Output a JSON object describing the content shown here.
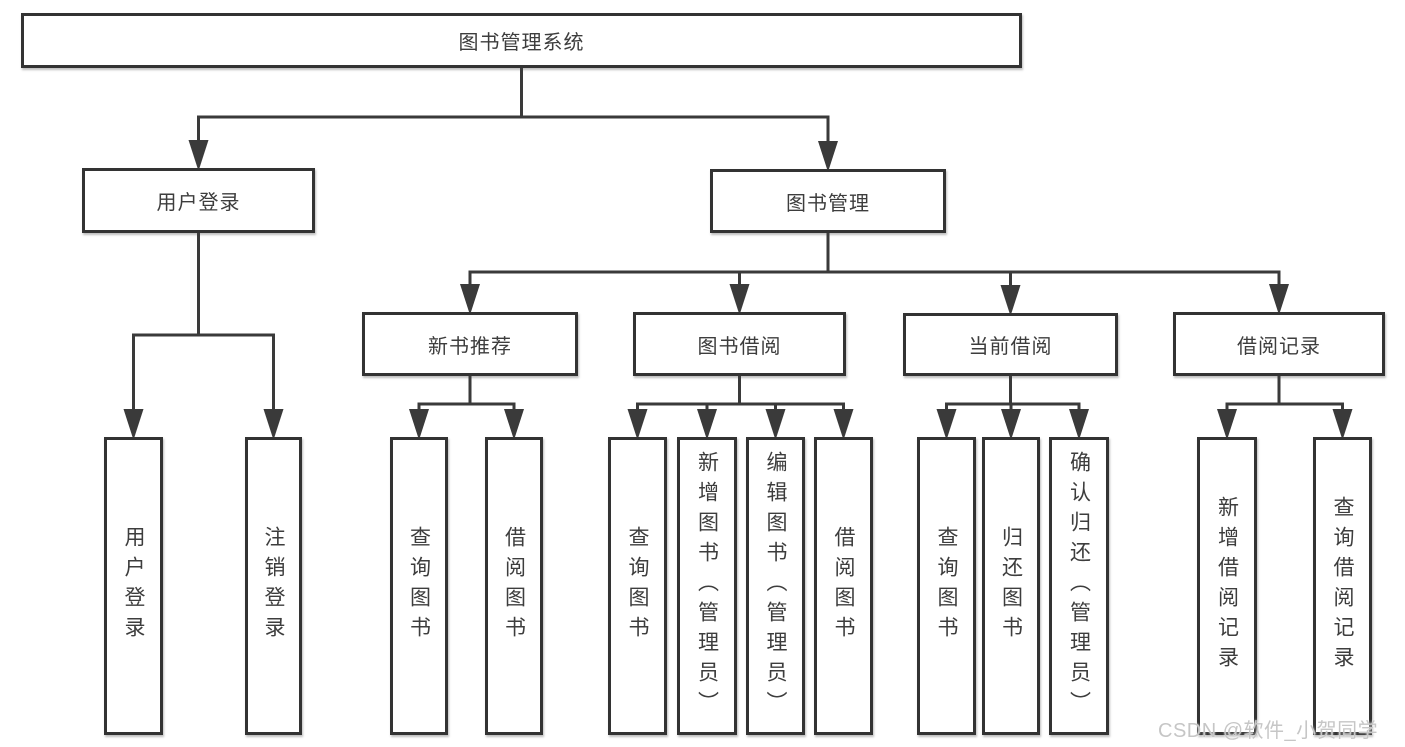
{
  "page": {
    "background": "#ffffff",
    "watermark": {
      "text": "CSDN @软件_小贺同学",
      "color": "#c6c6c6"
    }
  },
  "diagram": {
    "title": "图书管理系统",
    "line_color": "#3a3a3a",
    "box_border_color": "#333333",
    "text_color": "#3d3d3d",
    "nodes": [
      {
        "id": "root",
        "label": "图书管理系统",
        "level": 1,
        "parent": null
      },
      {
        "id": "user-login-group",
        "label": "用户登录",
        "level": 2,
        "parent": "root"
      },
      {
        "id": "book-mgmt",
        "label": "图书管理",
        "level": 2,
        "parent": "root"
      },
      {
        "id": "new-book-rec",
        "label": "新书推荐",
        "level": 3,
        "parent": "book-mgmt"
      },
      {
        "id": "book-borrow",
        "label": "图书借阅",
        "level": 3,
        "parent": "book-mgmt"
      },
      {
        "id": "current-borrow",
        "label": "当前借阅",
        "level": 3,
        "parent": "book-mgmt"
      },
      {
        "id": "borrow-records",
        "label": "借阅记录",
        "level": 3,
        "parent": "book-mgmt"
      },
      {
        "id": "user-login",
        "label": "用户登录",
        "level": 4,
        "parent": "user-login-group"
      },
      {
        "id": "logout-login",
        "label": "注销登录",
        "level": 4,
        "parent": "user-login-group"
      },
      {
        "id": "query-books-rec",
        "label": "查询图书",
        "level": 4,
        "parent": "new-book-rec"
      },
      {
        "id": "borrow-books-rec",
        "label": "借阅图书",
        "level": 4,
        "parent": "new-book-rec"
      },
      {
        "id": "query-books-borrow",
        "label": "查询图书",
        "level": 4,
        "parent": "book-borrow"
      },
      {
        "id": "add-book-admin",
        "label": "新增图书（管理员）",
        "level": 4,
        "parent": "book-borrow"
      },
      {
        "id": "edit-book-admin",
        "label": "编辑图书（管理员）",
        "level": 4,
        "parent": "book-borrow"
      },
      {
        "id": "borrow-books-borrow",
        "label": "借阅图书",
        "level": 4,
        "parent": "book-borrow"
      },
      {
        "id": "query-books-current",
        "label": "查询图书",
        "level": 4,
        "parent": "current-borrow"
      },
      {
        "id": "return-books",
        "label": "归还图书",
        "level": 4,
        "parent": "current-borrow"
      },
      {
        "id": "confirm-return-admin",
        "label": "确认归还（管理员）",
        "level": 4,
        "parent": "current-borrow"
      },
      {
        "id": "add-borrow-record",
        "label": "新增借阅记录",
        "level": 4,
        "parent": "borrow-records"
      },
      {
        "id": "query-borrow-record",
        "label": "查询借阅记录",
        "level": 4,
        "parent": "borrow-records"
      }
    ]
  }
}
